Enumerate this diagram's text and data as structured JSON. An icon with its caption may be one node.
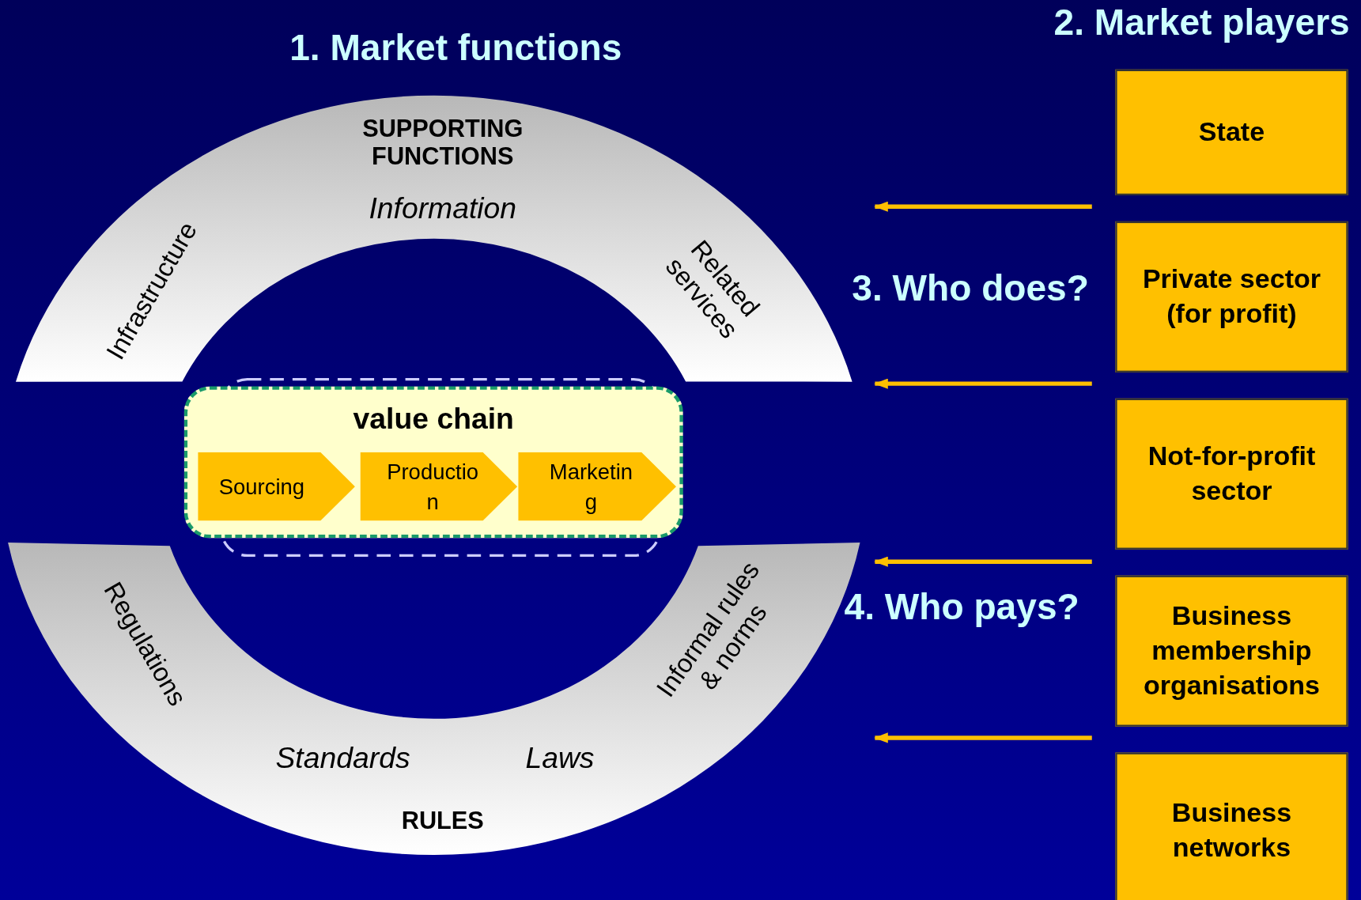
{
  "diagram": {
    "nodes": [
      {
        "text": [
          "SUPPORTING FUNCTIONS",
          "Information",
          "Infrastructure",
          "Related services"
        ]
      },
      {
        "text": [
          "RULES",
          "Standards",
          "Laws",
          "Regulations",
          "Informal rules & norms"
        ]
      },
      {
        "text": [
          "value chain"
        ]
      },
      {
        "text": [
          "Sourcing"
        ],
        "in": 2
      },
      {
        "text": [
          "Productio n"
        ],
        "in": 2
      },
      {
        "text": [
          "Marketin g"
        ],
        "in": 2
      },
      {
        "text": [
          "State"
        ]
      },
      {
        "text": [
          "Private sector (for profit)"
        ]
      },
      {
        "text": [
          "Not-for-profit sector"
        ]
      },
      {
        "text": [
          "Business membership organisations"
        ]
      },
      {
        "text": [
          "Business networks"
        ]
      }
    ],
    "labels": [
      "1. Market functions",
      "2. Market players",
      "3. Who does?",
      "4. Who pays?"
    ]
  }
}
